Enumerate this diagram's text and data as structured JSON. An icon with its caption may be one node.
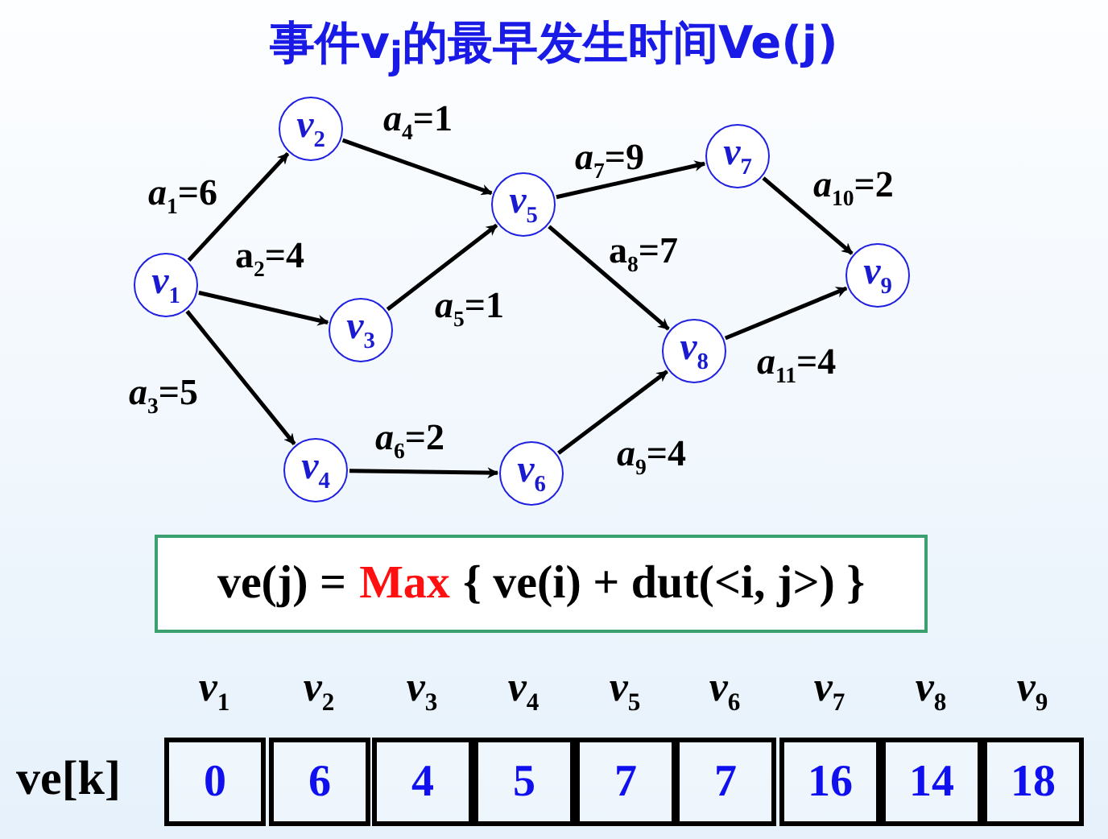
{
  "diagram": {
    "title": "事件v$_{j}$的最早发生时间Ve(j)",
    "nodes": [
      {
        "text": [
          "*v*$_{1}$"
        ]
      },
      {
        "text": [
          "*v*$_{2}$"
        ]
      },
      {
        "text": [
          "*v*$_{3}$"
        ]
      },
      {
        "text": [
          "*v*$_{4}$"
        ]
      },
      {
        "text": [
          "*v*$_{5}$"
        ]
      },
      {
        "text": [
          "*v*$_{6}$"
        ]
      },
      {
        "text": [
          "*v*$_{7}$"
        ]
      },
      {
        "text": [
          "*v*$_{8}$"
        ]
      },
      {
        "text": [
          "*v*$_{9}$"
        ]
      },
      {
        "text": [
          "ve(j) =",
          "Max",
          "{ ve(i) + dut(<i, j>) }"
        ]
      }
    ],
    "edges": [
      {
        "from": 0,
        "to": 1,
        "arrow": "to",
        "label": "*a*$_{1}$=6"
      },
      {
        "from": 0,
        "to": 2,
        "arrow": "to",
        "label": "a$_{2}$=4"
      },
      {
        "from": 0,
        "to": 3,
        "arrow": "to",
        "label": "*a*$_{3}$=5"
      },
      {
        "from": 1,
        "to": 4,
        "arrow": "to",
        "label": "*a*$_{4}$=1"
      },
      {
        "from": 2,
        "to": 4,
        "arrow": "to",
        "label": "*a*$_{5}$=1"
      },
      {
        "from": 3,
        "to": 5,
        "arrow": "to",
        "label": "*a*$_{6}$=2"
      },
      {
        "from": 4,
        "to": 6,
        "arrow": "to",
        "label": "*a*$_{7}$=9"
      },
      {
        "from": 4,
        "to": 7,
        "arrow": "to",
        "label": "a$_{8}$=7"
      },
      {
        "from": 5,
        "to": 7,
        "arrow": "to",
        "label": "*a*$_{9}$=4"
      },
      {
        "from": 6,
        "to": 8,
        "arrow": "to",
        "label": "*a*$_{10}$=2"
      },
      {
        "from": 7,
        "to": 8,
        "arrow": "to",
        "label": "*a*$_{11}$=4"
      }
    ],
    "labels": [
      "*v*$_{1}$",
      "*v*$_{2}$",
      "*v*$_{3}$",
      "*v*$_{4}$",
      "*v*$_{5}$",
      "*v*$_{6}$",
      "*v*$_{7}$",
      "*v*$_{8}$",
      "*v*$_{9}$",
      "ve[k]",
      "0",
      "6",
      "4",
      "5",
      "7",
      "7",
      "16",
      "14",
      "18"
    ]
  }
}
